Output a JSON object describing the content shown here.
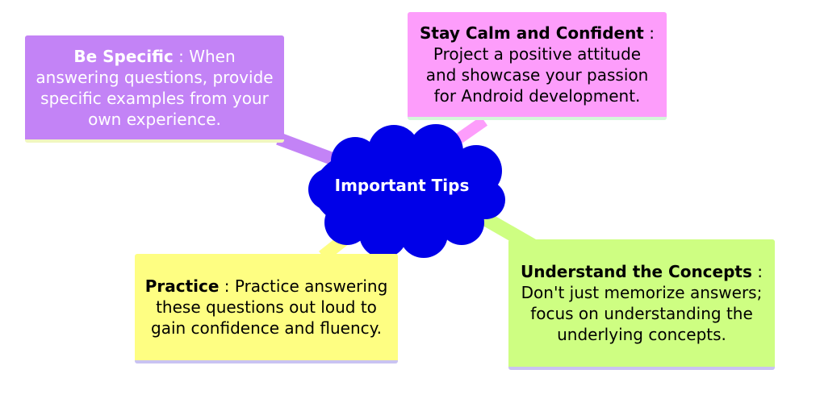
{
  "center": {
    "label": "Important Tips",
    "color": "#0000e8"
  },
  "nodes": [
    {
      "title": "Be Specific",
      "sep": " : ",
      "text": "When answering questions, provide specific examples from your own experience.",
      "color": "#c383f6"
    },
    {
      "title": "Stay Calm and Confident",
      "sep": " : ",
      "text": "Project a positive attitude and showcase your passion for Android development.",
      "color": "#fd9dfb"
    },
    {
      "title": "Practice",
      "sep": " : ",
      "text": "Practice answering these questions out loud to gain confidence and fluency.",
      "color": "#fefe82"
    },
    {
      "title": "Understand the Concepts",
      "sep": " : ",
      "text": "Don't just memorize answers; focus on understanding the underlying concepts.",
      "color": "#cefe82"
    }
  ]
}
